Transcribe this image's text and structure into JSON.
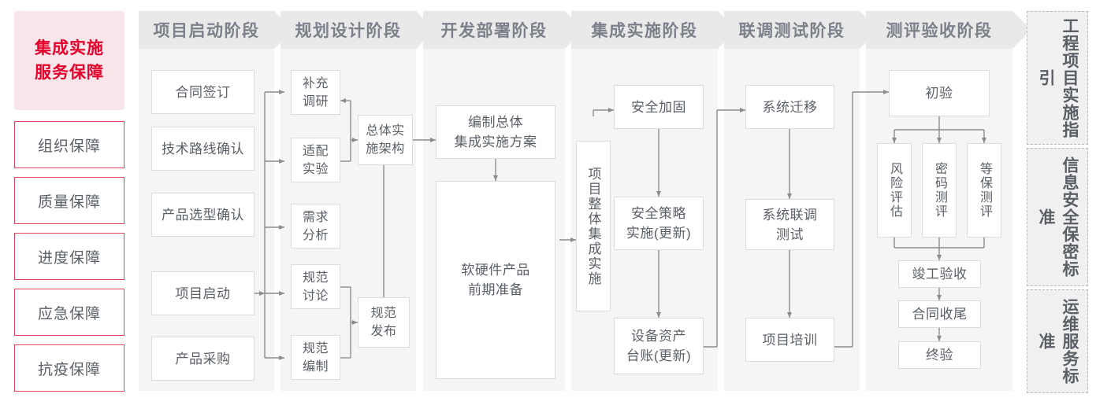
{
  "sidebar": {
    "hero": "集成实施\n服务保障",
    "hero_line1": "集成实施",
    "hero_line2": "服务保障",
    "items": [
      {
        "label": "组织保障"
      },
      {
        "label": "质量保障"
      },
      {
        "label": "进度保障"
      },
      {
        "label": "应急保障"
      },
      {
        "label": "抗疫保障"
      }
    ]
  },
  "phases": [
    {
      "title": "项目启动阶段"
    },
    {
      "title": "规划设计阶段"
    },
    {
      "title": "开发部署阶段"
    },
    {
      "title": "集成实施阶段"
    },
    {
      "title": "联调测试阶段"
    },
    {
      "title": "测评验收阶段"
    }
  ],
  "nodes": {
    "p1": [
      {
        "label": "合同签订"
      },
      {
        "label": "技术路线确认"
      },
      {
        "label": "产品选型确认"
      },
      {
        "label": "项目启动"
      },
      {
        "label": "产品采购"
      }
    ],
    "p2": [
      {
        "label": "补充\n调研",
        "l1": "补充",
        "l2": "调研"
      },
      {
        "label": "适配\n实验",
        "l1": "适配",
        "l2": "实验"
      },
      {
        "label": "需求\n分析",
        "l1": "需求",
        "l2": "分析"
      },
      {
        "label": "规范\n讨论",
        "l1": "规范",
        "l2": "讨论"
      },
      {
        "label": "规范\n编制",
        "l1": "规范",
        "l2": "编制"
      }
    ],
    "p2b": [
      {
        "label": "总体实\n施架构",
        "l1": "总体实",
        "l2": "施架构"
      },
      {
        "label": "规范\n发布",
        "l1": "规范",
        "l2": "发布"
      }
    ],
    "p3": [
      {
        "label": "编制总体\n集成实施方案",
        "l1": "编制总体",
        "l2": "集成实施方案"
      },
      {
        "label": "软硬件产品\n前期准备",
        "l1": "软硬件产品",
        "l2": "前期准备"
      }
    ],
    "p4_vertical": {
      "label": "项目整体集成实施"
    },
    "p4": [
      {
        "label": "安全加固"
      },
      {
        "label": "安全策略\n实施(更新)",
        "l1": "安全策略",
        "l2": "实施(更新)"
      },
      {
        "label": "设备资产\n台账(更新)",
        "l1": "设备资产",
        "l2": "台账(更新)"
      }
    ],
    "p5": [
      {
        "label": "系统迁移"
      },
      {
        "label": "系统联调\n测试",
        "l1": "系统联调",
        "l2": "测试"
      },
      {
        "label": "项目培训"
      }
    ],
    "p6_top": {
      "label": "初验"
    },
    "p6_vertical": [
      {
        "label": "风险评估"
      },
      {
        "label": "密码测评"
      },
      {
        "label": "等保测评"
      }
    ],
    "p6_tail": [
      {
        "label": "竣工验收"
      },
      {
        "label": "合同收尾"
      },
      {
        "label": "终验"
      }
    ]
  },
  "standards": [
    {
      "label": "工程项目实施指引"
    },
    {
      "label": "信息安全保密标准"
    },
    {
      "label": "运维服务标准"
    }
  ],
  "colors": {
    "accent_red": "#e4002b",
    "hero_bg": "#fae6ea",
    "box_border_red": "#e0435f",
    "column_bg": "#f5f5f5",
    "header_bg": "#e9e9e9",
    "text_gray": "#5a5f66",
    "header_text": "#7b8089",
    "node_border": "#dcdcdc",
    "connector": "#8c8c8c",
    "standards_bg": "#f0f0f0",
    "standards_border": "#b9b9b9"
  }
}
